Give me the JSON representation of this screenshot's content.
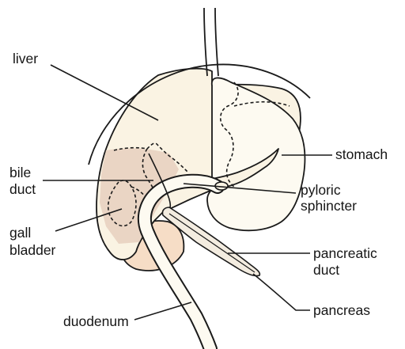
{
  "colors": {
    "background": "#ffffff",
    "outline": "#1a1a1a",
    "liver": "#faf3e3",
    "stomach": "#fdfaf1",
    "gall_bladder": "#ead5c4",
    "pancreas": "#f6ddc6",
    "duct_fill": "#f3ece0"
  },
  "labels": {
    "liver": "liver",
    "stomach": "stomach",
    "bile_duct": [
      "bile",
      "duct"
    ],
    "gall_bladder": [
      "gall",
      "bladder"
    ],
    "pyloric_sphincter": [
      "pyloric",
      "sphincter"
    ],
    "pancreatic_duct": [
      "pancreatic",
      "duct"
    ],
    "pancreas": "pancreas",
    "duodenum": "duodenum"
  }
}
